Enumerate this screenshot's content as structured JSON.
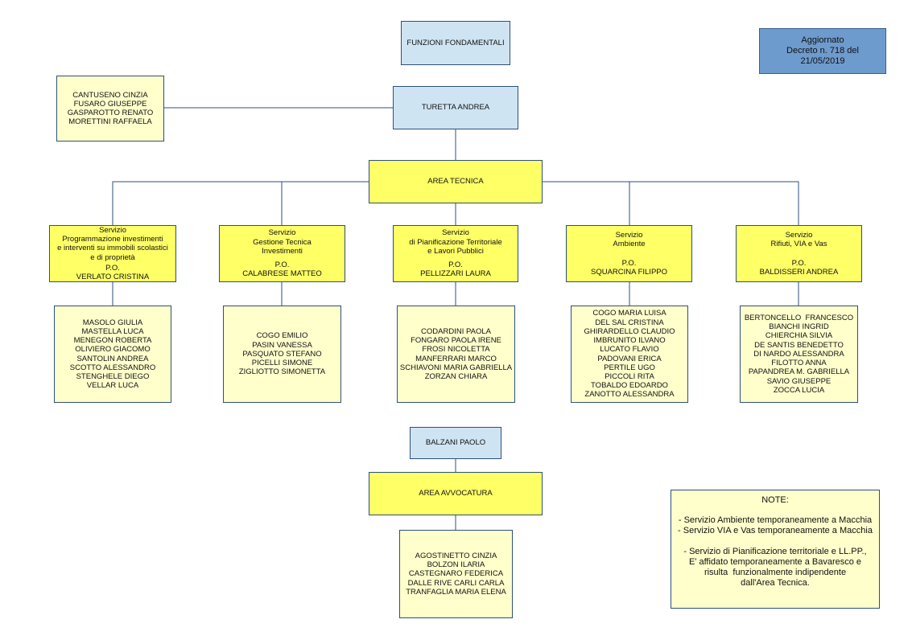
{
  "funzioni": "FUNZIONI FONDAMENTALI",
  "aggiornato": {
    "l1": "Aggiornato",
    "l2": "Decreto n. 718 del",
    "l3": "21/05/2019"
  },
  "staff": [
    "CANTUSENO CINZIA",
    "FUSARO GIUSEPPE",
    "GASPAROTTO RENATO",
    "MORETTINI RAFFAELA"
  ],
  "head": "TURETTA ANDREA",
  "area_tecnica": "AREA  TECNICA",
  "services": [
    {
      "title": [
        "Servizio",
        "Programmazione investimenti",
        "e interventi su immobili scolastici",
        "e di proprietà"
      ],
      "po": "P.O.",
      "po_name": "VERLATO CRISTINA",
      "staff": [
        "MASOLO GIULIA",
        "MASTELLA LUCA",
        "MENEGON ROBERTA",
        "OLIVIERO GIACOMO",
        "SANTOLIN ANDREA",
        "SCOTTO ALESSANDRO",
        "STENGHELE DIEGO",
        "VELLAR LUCA"
      ]
    },
    {
      "title": [
        "Servizio",
        "Gestione Tecnica",
        "Investimenti"
      ],
      "po": "P.O.",
      "po_name": "CALABRESE MATTEO",
      "staff": [
        "COGO EMILIO",
        "PASIN VANESSA",
        "PASQUATO STEFANO",
        "PICELLI SIMONE",
        "ZIGLIOTTO SIMONETTA"
      ]
    },
    {
      "title": [
        "Servizio",
        "di Pianificazione Territoriale",
        "e Lavori Pubblici"
      ],
      "po": "P.O.",
      "po_name": "PELLIZZARI LAURA",
      "staff": [
        "CODARDINI PAOLA",
        "FONGARO PAOLA IRENE",
        "FROSI NICOLETTA",
        "MANFERRARI MARCO",
        "SCHIAVONI MARIA GABRIELLA",
        "ZORZAN CHIARA"
      ]
    },
    {
      "title": [
        "Servizio",
        "Ambiente"
      ],
      "po": "P.O.",
      "po_name": "SQUARCINA FILIPPO",
      "staff": [
        "COGO MARIA LUISA",
        "DEL SAL CRISTINA",
        "GHIRARDELLO CLAUDIO",
        "IMBRUNITO ILVANO",
        "LUCATO FLAVIO",
        "PADOVANI ERICA",
        "PERTILE UGO",
        "PICCOLI RITA",
        "TOBALDO EDOARDO",
        "ZANOTTO ALESSANDRA"
      ]
    },
    {
      "title": [
        "Servizio",
        "Rifiuti, VIA e Vas"
      ],
      "po": "P.O.",
      "po_name": "BALDISSERI ANDREA",
      "staff": [
        "BERTONCELLO  FRANCESCO",
        "BIANCHI INGRID",
        "CHIERCHIA SILVIA",
        "DE SANTIS BENEDETTO",
        "DI NARDO ALESSANDRA",
        "FILOTTO ANNA",
        "PAPANDREA M. GABRIELLA",
        "SAVIO GIUSEPPE",
        "ZOCCA LUCIA"
      ]
    }
  ],
  "balzani": "BALZANI PAOLO",
  "area_avvocatura": "AREA  AVVOCATURA",
  "avvocatura_staff": [
    "AGOSTINETTO CINZIA",
    "BOLZON ILARIA",
    "CASTEGNARO FEDERICA",
    "DALLE RIVE CARLI CARLA",
    "TRANFAGLIA MARIA ELENA"
  ],
  "note": {
    "title": "NOTE:",
    "l1": "- Servizio Ambiente temporaneamente a Macchia",
    "l2": "- Servizio VIA e Vas temporaneamente a Macchia",
    "l3": "- Servizio di Pianificazione territoriale e LL.PP.,",
    "l4": "E' affidato temporaneamente a Bavaresco e",
    "l5": "risulta  funzionalmente indipendente",
    "l6": "dall'Area Tecnica."
  }
}
